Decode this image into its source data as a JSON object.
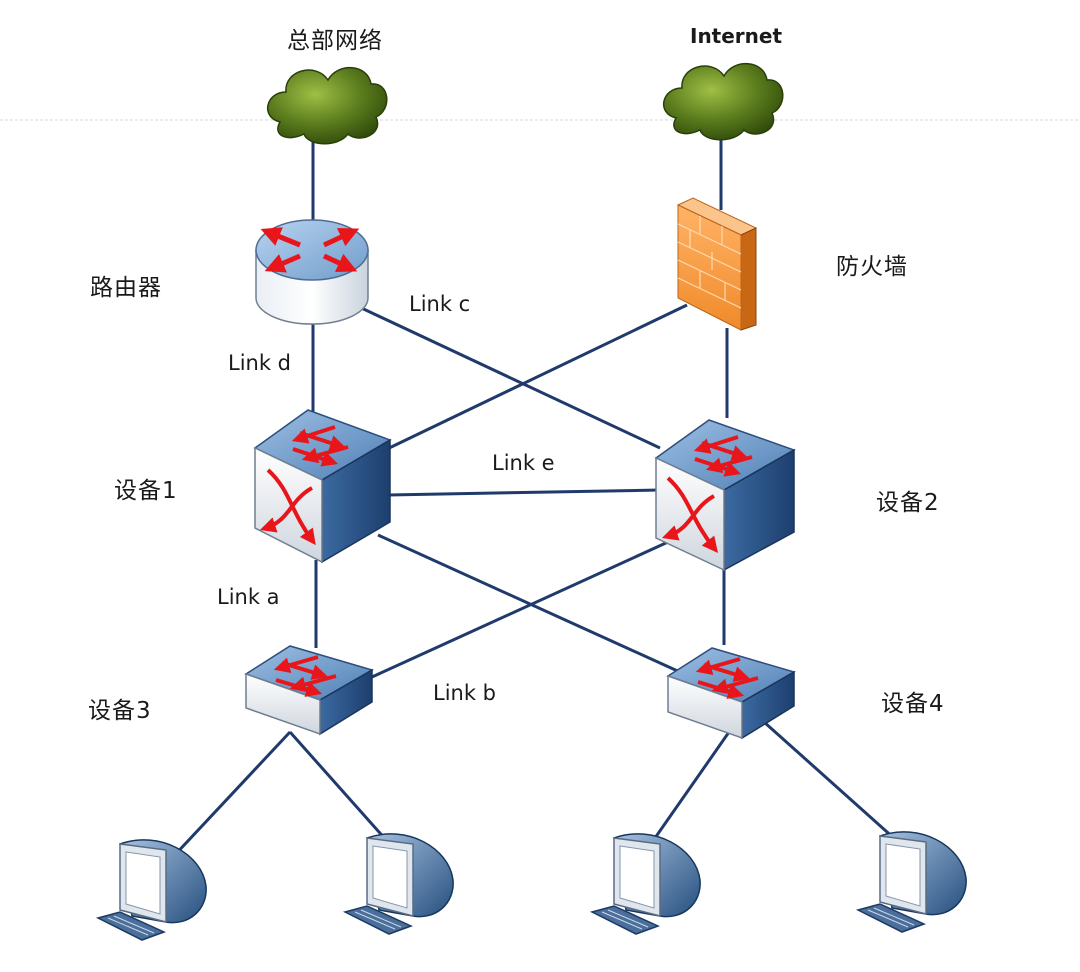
{
  "labels": {
    "hq_network": "总部网络",
    "internet": "Internet",
    "router": "路由器",
    "firewall": "防火墙",
    "device1": "设备1",
    "device2": "设备2",
    "device3": "设备3",
    "device4": "设备4",
    "link_a": "Link a",
    "link_b": "Link b",
    "link_c": "Link c",
    "link_d": "Link d",
    "link_e": "Link e"
  },
  "colors": {
    "link_line": "#1f3a6b",
    "cloud": "#5c7d1e",
    "device_blue": "#3c6a9f",
    "arrow_red": "#e8161b",
    "firewall": "#f59a3c",
    "divider": "#d9d9d9"
  },
  "icons": {
    "hq_network": "cloud-icon",
    "internet": "cloud-icon",
    "router": "router-icon",
    "firewall": "firewall-icon",
    "device1": "layer3-switch-icon",
    "device2": "layer3-switch-icon",
    "device3": "switch-icon",
    "device4": "switch-icon",
    "pcs": "computer-icon"
  }
}
